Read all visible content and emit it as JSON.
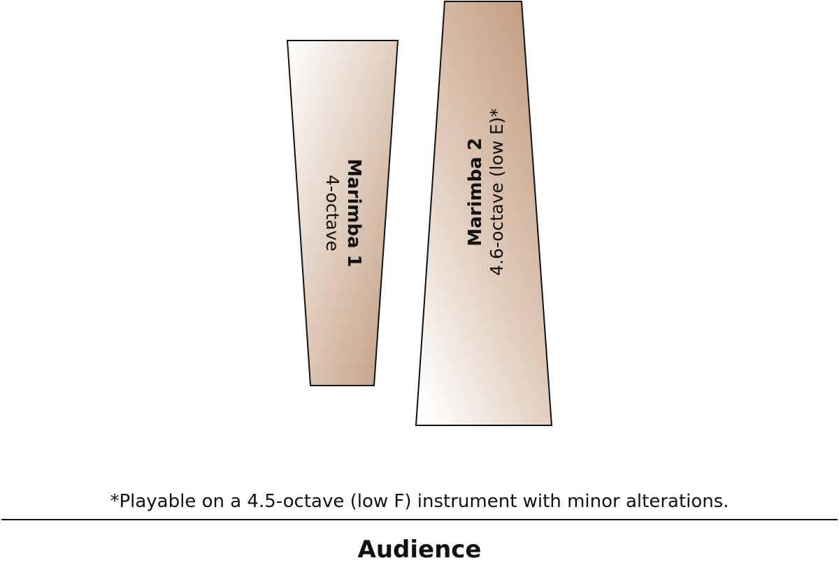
{
  "colors": {
    "fill_dark": "#c19b7e",
    "fill_light": "#ffffff",
    "stroke": "#111111"
  },
  "marimba1": {
    "name": "Marimba 1",
    "range": "4-octave"
  },
  "marimba2": {
    "name": "Marimba 2",
    "range": "4.6-octave (low E)*"
  },
  "footnote": "*Playable on a 4.5-octave (low F) instrument with minor alterations.",
  "audience": "Audience"
}
